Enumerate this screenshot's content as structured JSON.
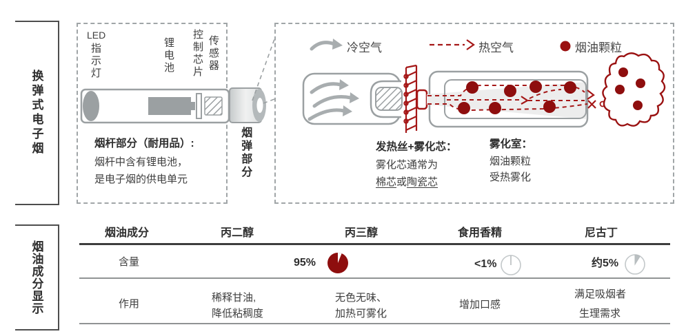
{
  "colors": {
    "accent_red": "#9a1111",
    "pie_dark_red": "#8e0e0e",
    "diagram_gray": "#9ba0a2",
    "text_gray": "#3e3e3e",
    "table_line_dark": "#3d3d3d",
    "table_line_gray": "#909394"
  },
  "top": {
    "side_label": "换弹式电子烟",
    "device_box": {
      "led_latin": "LED",
      "led_cjk": "指示灯",
      "battery_label": "锂电池",
      "chip_label": "控制芯片",
      "sensor_label": "传感器",
      "caption_title": "烟杆部分（耐用品）:",
      "caption_line1": "烟杆中含有锂电池，",
      "caption_line2": "是电子烟的供电单元"
    },
    "cartridge_label": "烟弹部分",
    "atomizer_box": {
      "legend_cold": "冷空气",
      "legend_hot": "热空气",
      "legend_particle": "烟油颗粒",
      "heater_title": "发热丝+雾化芯：",
      "heater_line1": "雾化芯通常为",
      "heater_wick1": "棉芯",
      "heater_or": "或",
      "heater_wick2": "陶瓷芯",
      "chamber_title": "雾化室：",
      "chamber_line1": "烟油颗粒",
      "chamber_line2": "受热雾化"
    }
  },
  "bottom": {
    "side_label": "烟油成分显示",
    "table": {
      "headers": [
        "烟油成分",
        "丙二醇",
        "丙三醇",
        "食用香精",
        "尼古丁"
      ],
      "content_label": "含量",
      "content_pg_vg": "95%",
      "content_flavor": "<1%",
      "content_nicotine": "约5%",
      "function_label": "作用",
      "function_pg": [
        "稀释甘油,",
        "降低粘稠度"
      ],
      "function_vg": [
        "无色无味、",
        "加热可雾化"
      ],
      "function_flavor": "增加口感",
      "function_nicotine": [
        "满足吸烟者",
        "生理需求"
      ]
    },
    "pies": {
      "pg_vg_pct": 95,
      "flavor_pct": 1,
      "nicotine_pct": 5
    }
  }
}
